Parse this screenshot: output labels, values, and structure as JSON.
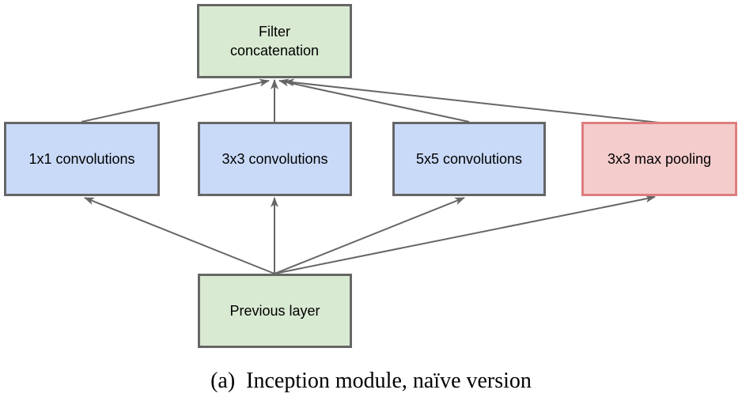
{
  "diagram": {
    "title": "Inception module (naive version) block diagram",
    "nodes": {
      "filter_concat": {
        "label": "Filter concatenation",
        "fill": "#d9ead3",
        "border": "#666666"
      },
      "conv1x1": {
        "label": "1x1 convolutions",
        "fill": "#c9daf8",
        "border": "#666666"
      },
      "conv3x3": {
        "label": "3x3 convolutions",
        "fill": "#c9daf8",
        "border": "#666666"
      },
      "conv5x5": {
        "label": "5x5 convolutions",
        "fill": "#c9daf8",
        "border": "#666666"
      },
      "maxpool3x3": {
        "label": "3x3 max pooling",
        "fill": "#f4cccc",
        "border": "#dd7e7e"
      },
      "previous": {
        "label": "Previous layer",
        "fill": "#d9ead3",
        "border": "#666666"
      }
    },
    "edges": [
      {
        "from": "previous",
        "to": "conv1x1"
      },
      {
        "from": "previous",
        "to": "conv3x3"
      },
      {
        "from": "previous",
        "to": "conv5x5"
      },
      {
        "from": "previous",
        "to": "maxpool3x3"
      },
      {
        "from": "conv1x1",
        "to": "filter_concat"
      },
      {
        "from": "conv3x3",
        "to": "filter_concat"
      },
      {
        "from": "conv5x5",
        "to": "filter_concat"
      },
      {
        "from": "maxpool3x3",
        "to": "filter_concat"
      }
    ],
    "arrow_color": "#666666"
  },
  "caption": {
    "prefix": "(a)",
    "text": "Inception module, naïve version"
  }
}
